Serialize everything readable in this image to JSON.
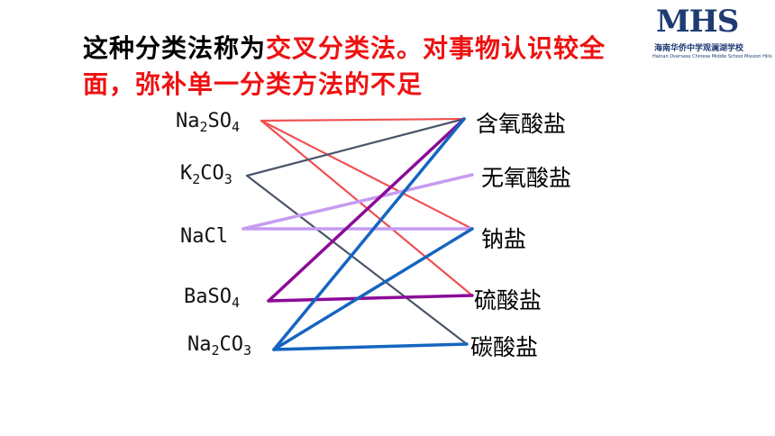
{
  "title": {
    "part_black": "这种分类法称为",
    "part_red": "交叉分类法。对事物认识较全面，弥补单一分类方法的不足"
  },
  "logo": {
    "mark": "MHS",
    "chinese": "海南华侨中学观澜湖学校",
    "english": "Hainan Overseas Chinese Middle School Mission Hills"
  },
  "compounds": [
    {
      "base": [
        "Na",
        "SO"
      ],
      "subs": [
        "2",
        "4"
      ]
    },
    {
      "base": [
        "K",
        "CO"
      ],
      "subs": [
        "2",
        "3"
      ]
    },
    {
      "base": [
        "NaCl"
      ],
      "subs": []
    },
    {
      "base": [
        "BaSO"
      ],
      "subs": [
        "4"
      ]
    },
    {
      "base": [
        "Na",
        "CO"
      ],
      "subs": [
        "2",
        "3"
      ]
    }
  ],
  "categories": [
    "含氧酸盐",
    "无氧酸盐",
    "钠盐",
    "硫酸盐",
    "碳酸盐"
  ],
  "colors": {
    "red": "#f05050",
    "slate": "#4a5568",
    "lavender": "#c59cf2",
    "purple": "#8b0b98",
    "blue": "#1565c0"
  },
  "connections": [
    {
      "from": 0,
      "to": 0,
      "color": "red"
    },
    {
      "from": 0,
      "to": 2,
      "color": "red"
    },
    {
      "from": 0,
      "to": 3,
      "color": "red"
    },
    {
      "from": 1,
      "to": 0,
      "color": "slate"
    },
    {
      "from": 1,
      "to": 4,
      "color": "slate"
    },
    {
      "from": 2,
      "to": 1,
      "color": "lavender"
    },
    {
      "from": 2,
      "to": 2,
      "color": "lavender"
    },
    {
      "from": 3,
      "to": 0,
      "color": "purple"
    },
    {
      "from": 3,
      "to": 3,
      "color": "purple"
    },
    {
      "from": 4,
      "to": 0,
      "color": "blue"
    },
    {
      "from": 4,
      "to": 2,
      "color": "blue"
    },
    {
      "from": 4,
      "to": 4,
      "color": "blue"
    }
  ]
}
